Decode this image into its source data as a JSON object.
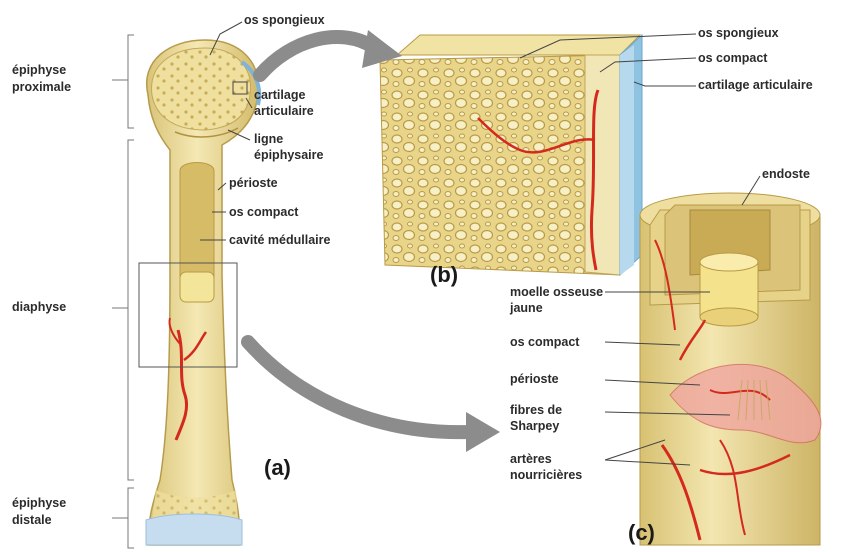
{
  "labels": {
    "os_spongieux_a": "os spongieux",
    "epiphyse_proximale_1": "épiphyse",
    "epiphyse_proximale_2": "proximale",
    "cartilage_articulaire_a_1": "cartilage",
    "cartilage_articulaire_a_2": "articulaire",
    "ligne_epiphysaire_1": "ligne",
    "ligne_epiphysaire_2": "épiphysaire",
    "perioste_a": "périoste",
    "os_compact_a": "os compact",
    "cavite_medullaire": "cavité médullaire",
    "diaphyse": "diaphyse",
    "epiphyse_distale_1": "épiphyse",
    "epiphyse_distale_2": "distale",
    "os_spongieux_b": "os spongieux",
    "os_compact_b": "os compact",
    "cartilage_articulaire_b": "cartilage articulaire",
    "endoste": "endoste",
    "moelle_1": "moelle osseuse",
    "moelle_2": "jaune",
    "os_compact_c": "os compact",
    "perioste_c": "périoste",
    "fibres_1": "fibres de",
    "fibres_2": "Sharpey",
    "arteres_1": "artères",
    "arteres_2": "nourricières"
  },
  "panels": {
    "a": "(a)",
    "b": "(b)",
    "c": "(c)"
  },
  "colors": {
    "bone": "#ecdc9a",
    "bone_dark": "#d3bb6a",
    "cartilage": "#b9d6ec",
    "vessel": "#d42a1e",
    "arrow": "#8c8c8c",
    "line": "#444444"
  }
}
